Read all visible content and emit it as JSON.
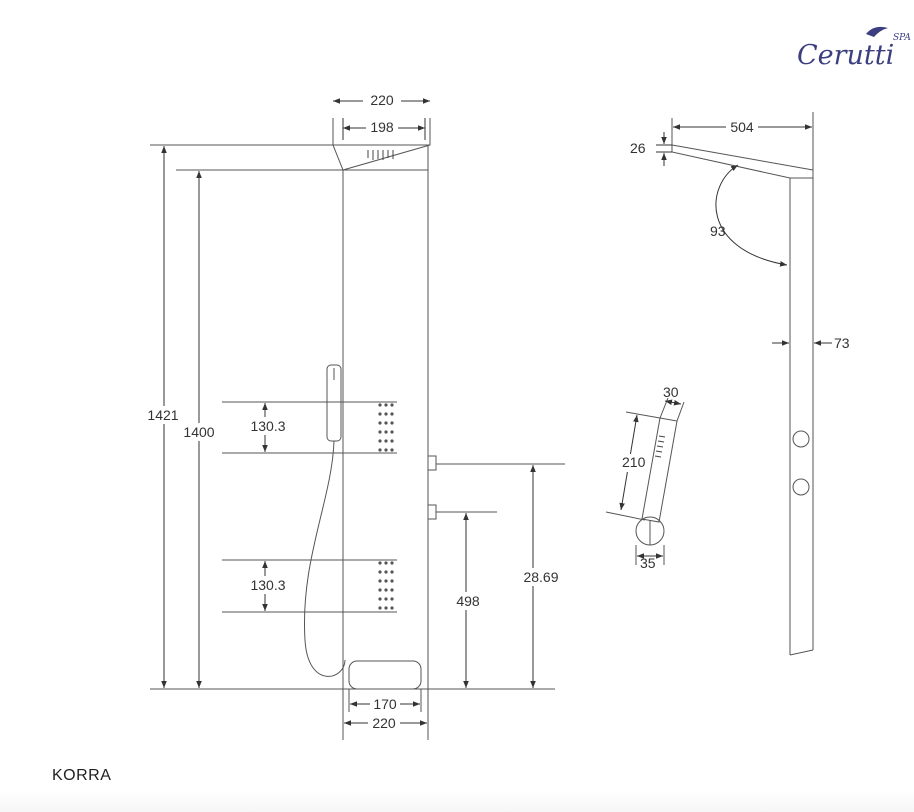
{
  "brand": {
    "name": "Cerutti",
    "suffix": "SPA"
  },
  "model": "KORRA",
  "dimensions": {
    "front_top_width": "220",
    "front_head_width": "198",
    "total_height": "1421",
    "panel_height": "1400",
    "jet_upper_spacing": "130.3",
    "jet_lower_spacing": "130.3",
    "valve_upper_height": "28.69",
    "valve_lower_height": "498",
    "tray_width": "170",
    "bottom_width": "220",
    "side_head_depth": "504",
    "side_head_thickness": "26",
    "side_angle": "93",
    "side_depth": "73",
    "handshower_width": "30",
    "handshower_length": "210",
    "handshower_holder": "35"
  },
  "colors": {
    "line": "#555555",
    "brand": "#3b3f80"
  }
}
